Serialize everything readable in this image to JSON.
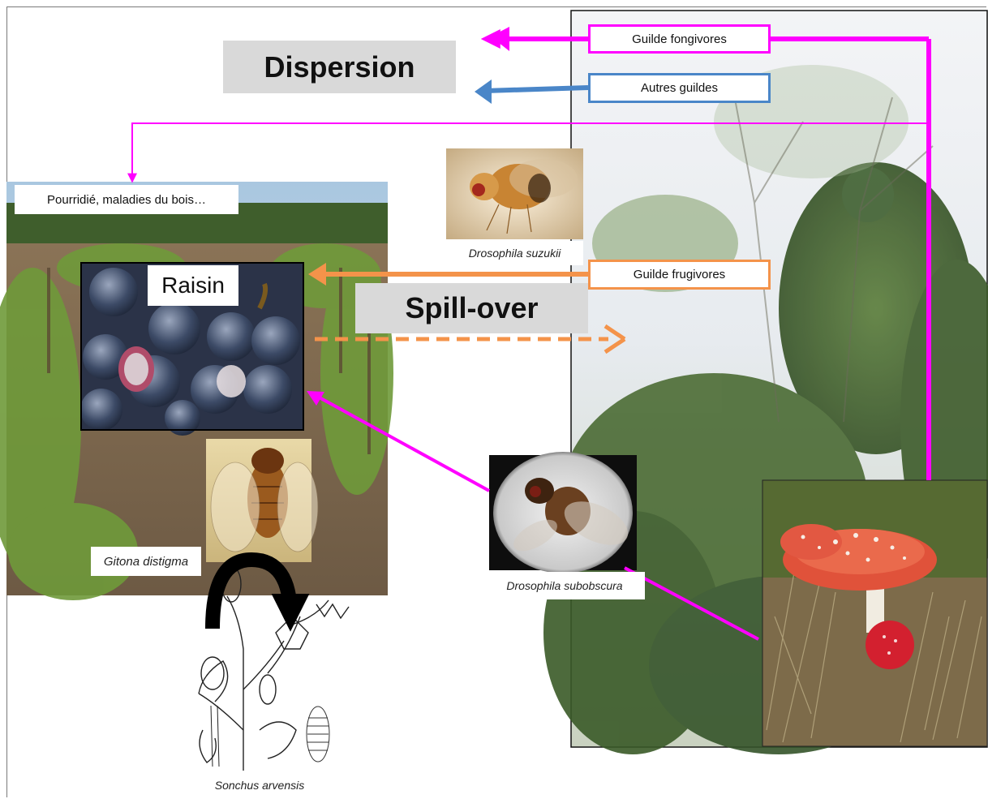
{
  "labels": {
    "dispersion": "Dispersion",
    "spillover": "Spill-over",
    "raisin": "Raisin",
    "guilde_fongivores": "Guilde fongivores",
    "autres_guildes": "Autres guildes",
    "guilde_frugivores": "Guilde frugivores",
    "pourridie": "Pourridié, maladies du bois…"
  },
  "species": {
    "suzukii": "Drosophila suzukii",
    "subobscura": "Drosophila subobscura",
    "gitona": "Gitona distigma",
    "sonchus": "Sonchus arvensis"
  },
  "colors": {
    "magenta": "#ff00ff",
    "blue": "#4a86c8",
    "orange": "#f4934a",
    "gray_box": "#d9d9d9"
  }
}
